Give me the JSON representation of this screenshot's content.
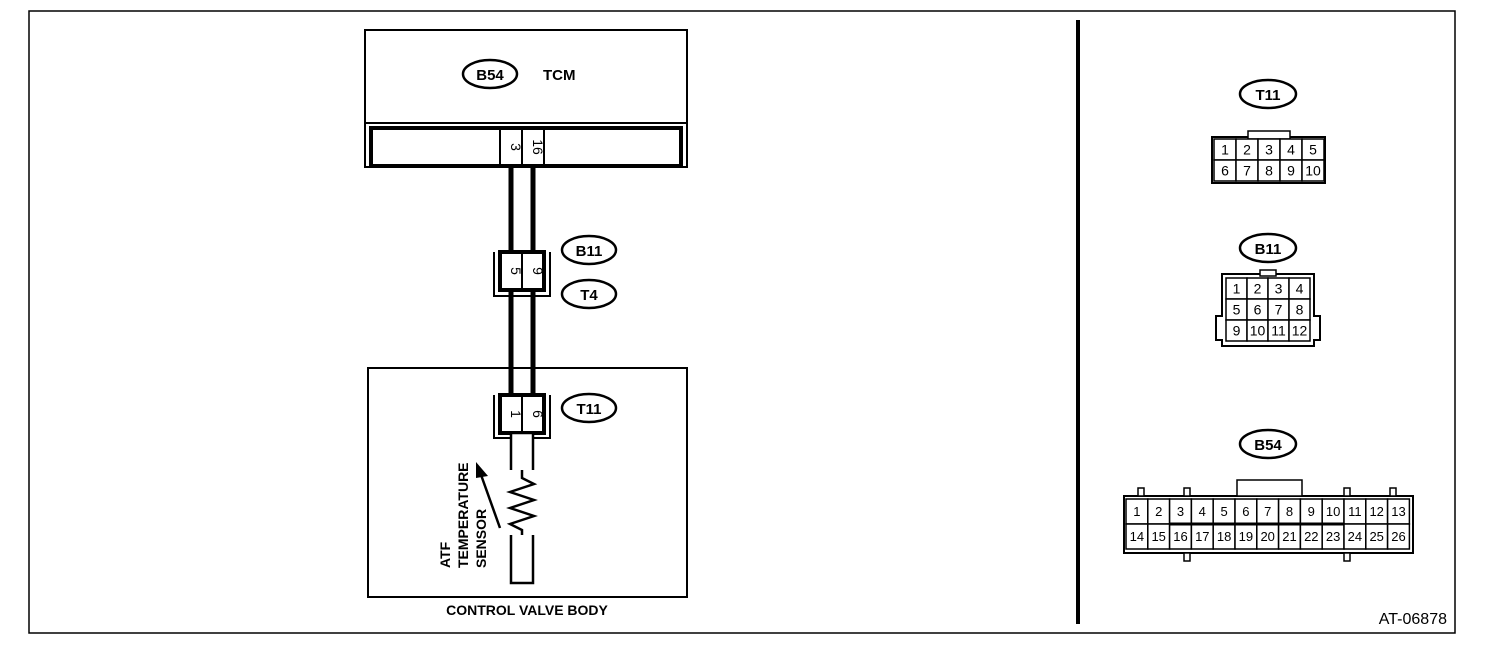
{
  "tcm": {
    "connector": "B54",
    "label": "TCM",
    "pins": [
      "3",
      "16"
    ]
  },
  "joint": {
    "connector_a": "B11",
    "connector_b": "T4",
    "pins": [
      "5",
      "9"
    ]
  },
  "sensor_side": {
    "connector": "T11",
    "pins": [
      "1",
      "6"
    ]
  },
  "sensor": {
    "lines": [
      "ATF",
      "TEMPERATURE",
      "SENSOR"
    ]
  },
  "body_label": "CONTROL VALVE BODY",
  "figure_code": "AT-06878",
  "views": {
    "t11": {
      "label": "T11",
      "rows": [
        [
          "1",
          "2",
          "3",
          "4",
          "5"
        ],
        [
          "6",
          "7",
          "8",
          "9",
          "10"
        ]
      ]
    },
    "b11": {
      "label": "B11",
      "rows": [
        [
          "1",
          "2",
          "3",
          "4"
        ],
        [
          "5",
          "6",
          "7",
          "8"
        ],
        [
          "9",
          "10",
          "11",
          "12"
        ]
      ]
    },
    "b54": {
      "label": "B54",
      "rows": [
        [
          "1",
          "2",
          "3",
          "4",
          "5",
          "6",
          "7",
          "8",
          "9",
          "10",
          "11",
          "12",
          "13"
        ],
        [
          "14",
          "15",
          "16",
          "17",
          "18",
          "19",
          "20",
          "21",
          "22",
          "23",
          "24",
          "25",
          "26"
        ]
      ]
    }
  }
}
